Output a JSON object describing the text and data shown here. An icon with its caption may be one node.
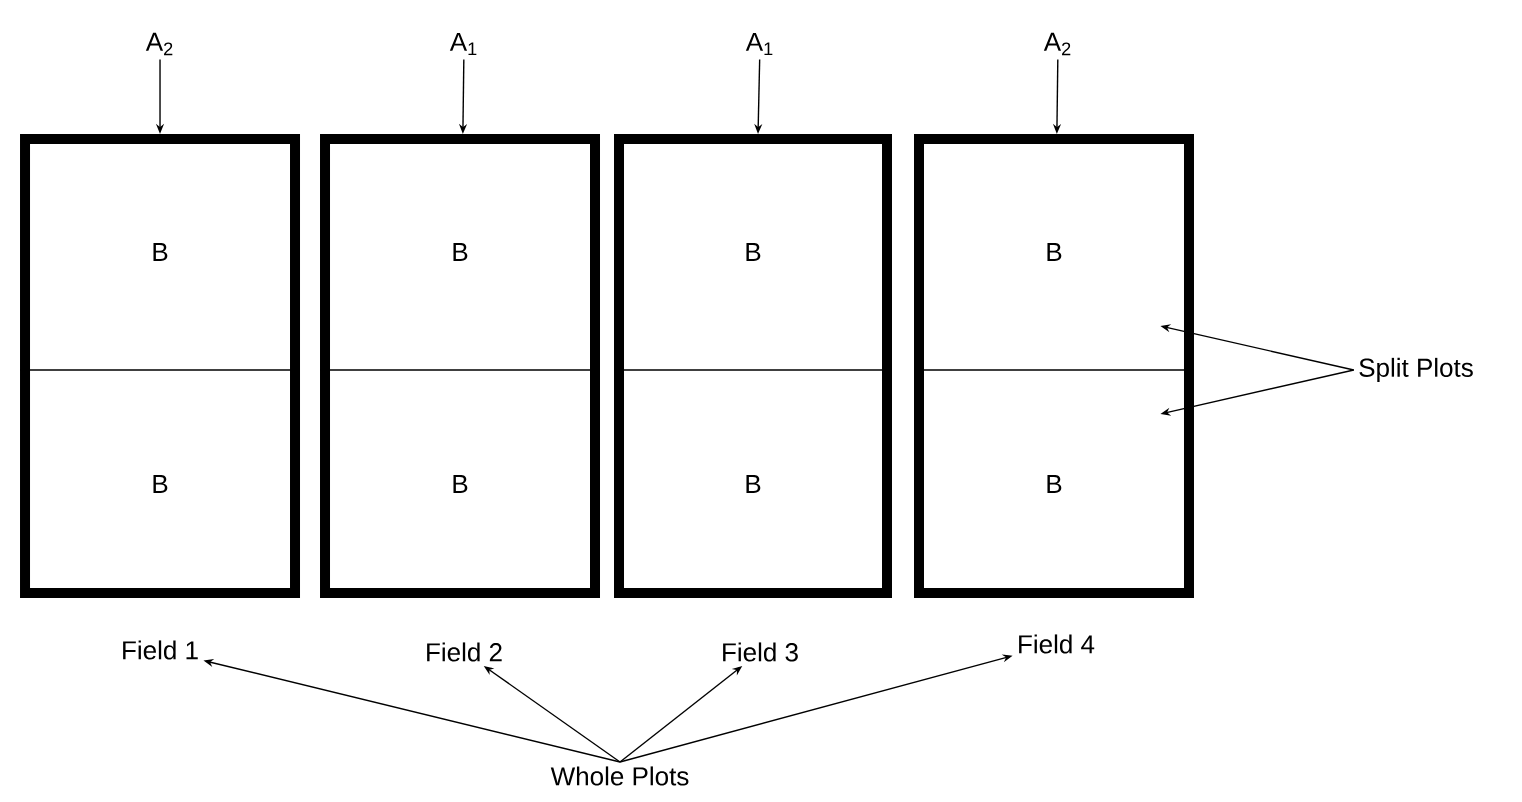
{
  "diagram": {
    "nodes": [
      {
        "text": [],
        "shape": "box"
      },
      {
        "text": [
          "B"
        ],
        "in": 0
      },
      {
        "text": [
          "B"
        ],
        "in": 0
      },
      {
        "text": [],
        "shape": "box"
      },
      {
        "text": [
          "B"
        ],
        "in": 3
      },
      {
        "text": [
          "B"
        ],
        "in": 3
      },
      {
        "text": [],
        "shape": "box"
      },
      {
        "text": [
          "B"
        ],
        "in": 6
      },
      {
        "text": [
          "B"
        ],
        "in": 6
      },
      {
        "text": [],
        "shape": "box"
      },
      {
        "text": [
          "B"
        ],
        "in": 9
      },
      {
        "text": [
          "B"
        ],
        "in": 9
      },
      {
        "text": [
          "A$_{2}$"
        ]
      },
      {
        "text": [
          "A$_{1}$"
        ]
      },
      {
        "text": [
          "A$_{1}$"
        ]
      },
      {
        "text": [
          "A$_{2}$"
        ]
      },
      {
        "text": [
          "Field 1"
        ]
      },
      {
        "text": [
          "Field 2"
        ]
      },
      {
        "text": [
          "Field 3"
        ]
      },
      {
        "text": [
          "Field 4"
        ]
      },
      {
        "text": [
          "Whole Plots"
        ]
      },
      {
        "text": [
          "Split Plots"
        ]
      }
    ],
    "edges": [
      {
        "from": 12,
        "to": 0,
        "arrow": "to"
      },
      {
        "from": 13,
        "to": 3,
        "arrow": "to"
      },
      {
        "from": 14,
        "to": 6,
        "arrow": "to"
      },
      {
        "from": 15,
        "to": 9,
        "arrow": "to"
      },
      {
        "from": 20,
        "to": 16,
        "arrow": "to"
      },
      {
        "from": 20,
        "to": 17,
        "arrow": "to"
      },
      {
        "from": 20,
        "to": 18,
        "arrow": "to"
      },
      {
        "from": 20,
        "to": 19,
        "arrow": "to"
      },
      {
        "from": 21,
        "to": 10,
        "arrow": "to"
      },
      {
        "from": 21,
        "to": 11,
        "arrow": "to"
      }
    ]
  }
}
